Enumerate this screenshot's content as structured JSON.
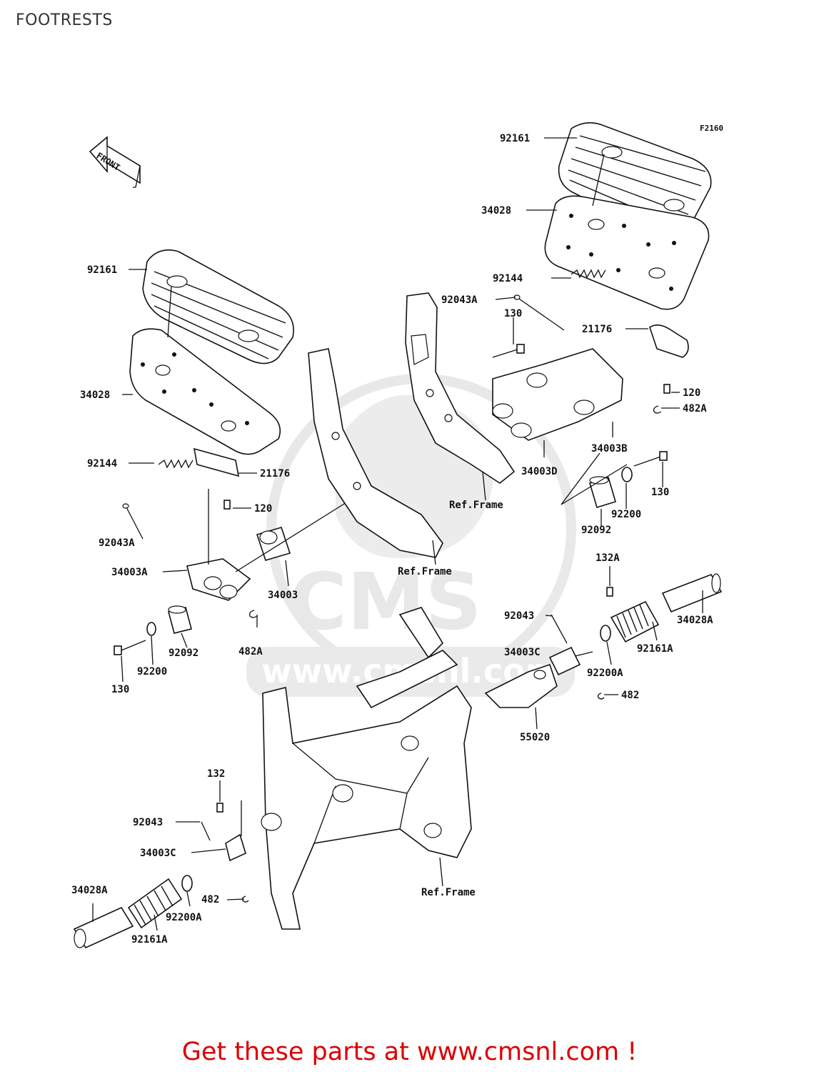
{
  "header": {
    "title": "FOOTRESTS"
  },
  "diagram": {
    "code": "F2160",
    "front_label": "FRONT",
    "watermark": {
      "brand": "CMS",
      "url": "www.cmsnl.com"
    },
    "ref_frame_label": "Ref.Frame",
    "parts": {
      "p92161_right": "92161",
      "p34028_right": "34028",
      "p92144_right": "92144",
      "p92043A_right": "92043A",
      "p130_right_top": "130",
      "p21176_right": "21176",
      "p120_right": "120",
      "p482A_right": "482A",
      "p34003B": "34003B",
      "p34003D": "34003D",
      "p130_right_bottom": "130",
      "p92200_right": "92200",
      "p92092_right": "92092",
      "p92161_left": "92161",
      "p34028_left": "34028",
      "p92144_left": "92144",
      "p21176_left": "21176",
      "p120_left": "120",
      "p92043A_left": "92043A",
      "p34003A": "34003A",
      "p34003": "34003",
      "p482A_left": "482A",
      "p92092_left": "92092",
      "p92200_left": "92200",
      "p130_left": "130",
      "p132A": "132A",
      "p92043_right": "92043",
      "p34028A_right": "34028A",
      "p92161A_right": "92161A",
      "p34003C_right": "34003C",
      "p92200A_right": "92200A",
      "p482_right": "482",
      "p55020": "55020",
      "p132": "132",
      "p92043_left": "92043",
      "p34003C_left": "34003C",
      "p34028A_left": "34028A",
      "p482_left": "482",
      "p92200A_left": "92200A",
      "p92161A_left": "92161A"
    }
  },
  "footer": {
    "link_text": "Get these parts at www.cmsnl.com !",
    "link_color": "#dd0000"
  }
}
